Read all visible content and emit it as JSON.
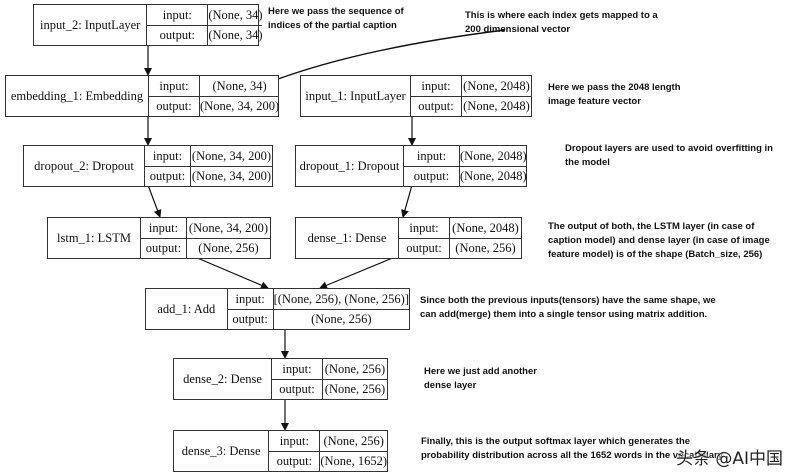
{
  "layers": [
    {
      "name": "input_2: InputLayer",
      "input": "(None, 34)",
      "output": "(None, 34)"
    },
    {
      "name": "embedding_1: Embedding",
      "input": "(None, 34)",
      "output": "(None, 34, 200)"
    },
    {
      "name": "input_1: InputLayer",
      "input": "(None, 2048)",
      "output": "(None, 2048)"
    },
    {
      "name": "dropout_2: Dropout",
      "input": "(None, 34, 200)",
      "output": "(None, 34, 200)"
    },
    {
      "name": "dropout_1: Dropout",
      "input": "(None, 2048)",
      "output": "(None, 2048)"
    },
    {
      "name": "lstm_1: LSTM",
      "input": "(None, 34, 200)",
      "output": "(None, 256)"
    },
    {
      "name": "dense_1: Dense",
      "input": "(None, 2048)",
      "output": "(None, 256)"
    },
    {
      "name": "add_1: Add",
      "input": "[(None, 256), (None, 256)]",
      "output": "(None, 256)"
    },
    {
      "name": "dense_2: Dense",
      "input": "(None, 256)",
      "output": "(None, 256)"
    },
    {
      "name": "dense_3: Dense",
      "input": "(None, 256)",
      "output": "(None, 1652)"
    }
  ],
  "labels": {
    "input": "input:",
    "output": "output:"
  },
  "notes": [
    "Here we pass the sequence of indices of the partial caption",
    "This is where each index gets mapped to a 200 dimensional vector",
    "Here we pass the 2048 length image feature vector",
    "Dropout layers are used to avoid overfitting in the model",
    "The output of both, the LSTM layer (in case of caption model) and dense layer (in case of image feature model) is of the shape (Batch_size, 256)",
    "Since both the previous inputs(tensors) have the same shape, we can add(merge) them into a single tensor using matrix addition.",
    "Here we just add another dense layer",
    "Finally, this is the output softmax layer which generates the probability distribution across all the 1652 words in the vocabulary"
  ],
  "watermark": "头条 @AI中国"
}
